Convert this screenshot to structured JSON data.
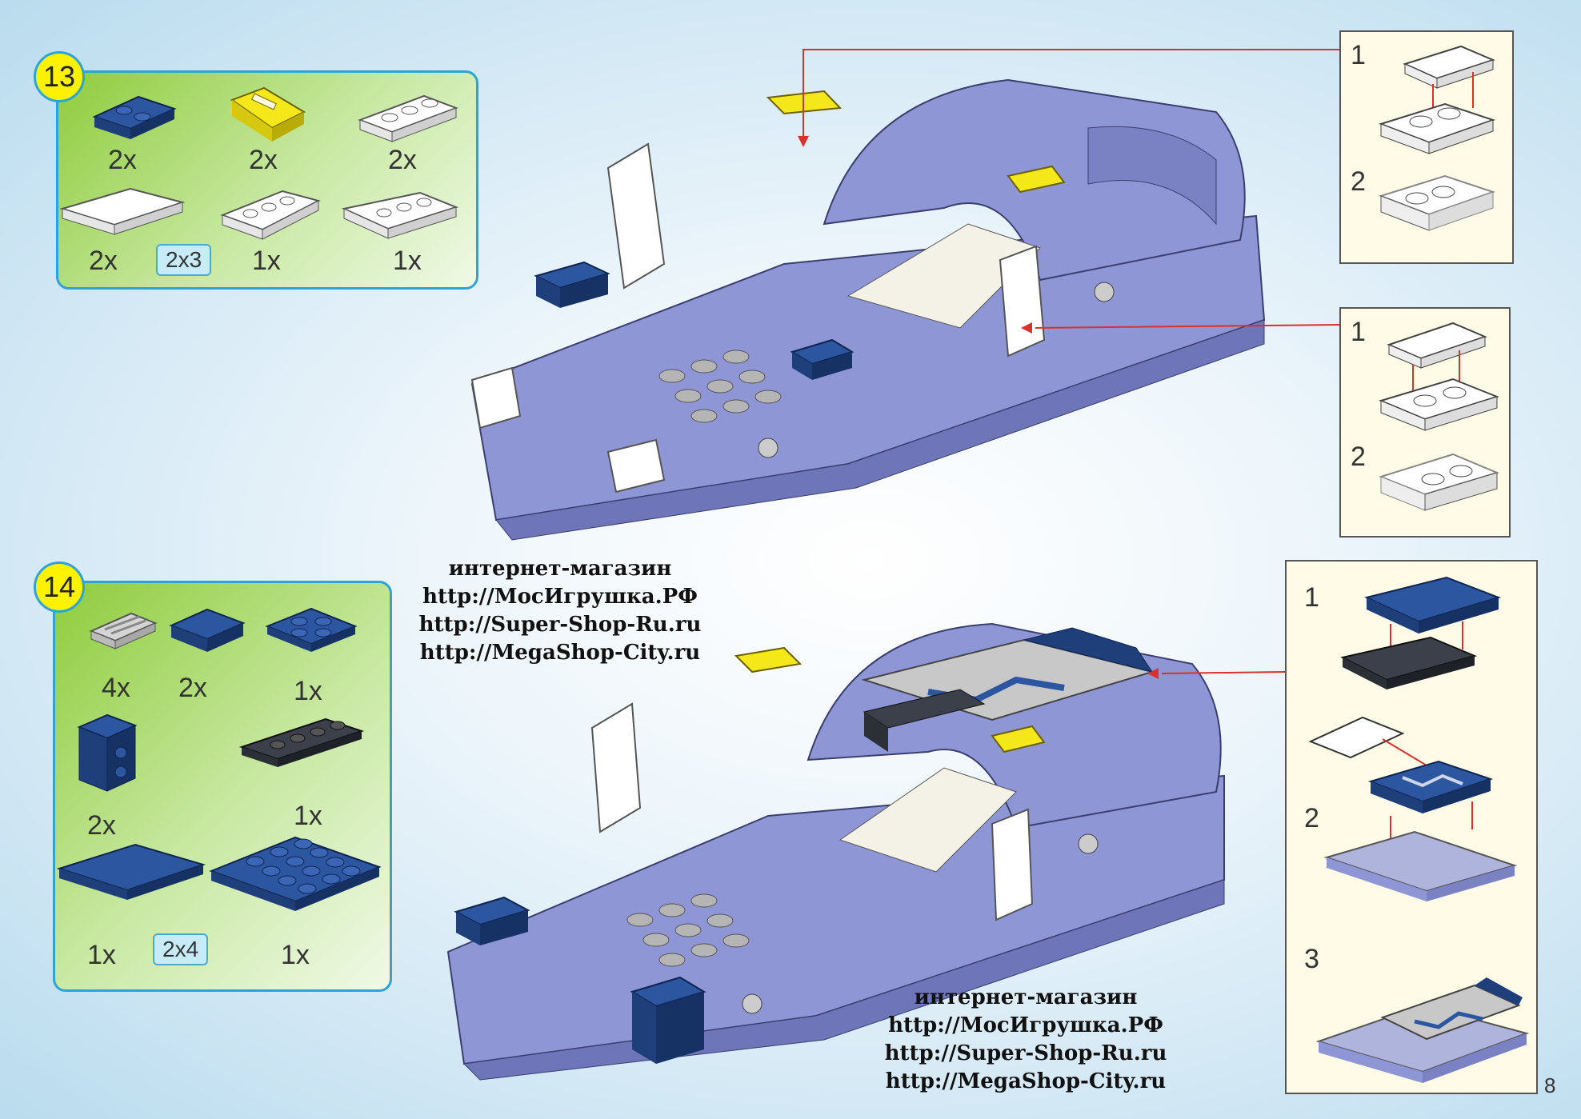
{
  "step13": {
    "number": "13",
    "parts": [
      {
        "qty": "2x",
        "color": "#1f3f7a"
      },
      {
        "qty": "2x",
        "color": "#f5e81a"
      },
      {
        "qty": "2x",
        "color": "#ffffff"
      },
      {
        "qty": "2x",
        "color": "#ffffff",
        "size": "2x3"
      },
      {
        "qty": "1x",
        "color": "#ffffff"
      },
      {
        "qty": "1x",
        "color": "#ffffff"
      }
    ]
  },
  "step14": {
    "number": "14",
    "parts": [
      {
        "qty": "4x",
        "color": "#c8c8c8"
      },
      {
        "qty": "2x",
        "color": "#1f3f7a"
      },
      {
        "qty": "1x",
        "color": "#1f3f7a"
      },
      {
        "qty": "2x",
        "color": "#1f3f7a"
      },
      {
        "qty": "1x",
        "color": "#2b2f36"
      },
      {
        "qty": "1x",
        "color": "#1f3f7a",
        "size": "2x4"
      },
      {
        "qty": "1x",
        "color": "#1f3f7a"
      }
    ]
  },
  "sub_a": {
    "labels": [
      "1",
      "2"
    ]
  },
  "sub_b": {
    "labels": [
      "1",
      "2"
    ]
  },
  "sub_c": {
    "labels": [
      "1",
      "2",
      "3"
    ]
  },
  "watermark_top": {
    "line1": "интернет-магазин",
    "line2": "http://МосИгрушка.РФ",
    "line3": "http://Super-Shop-Ru.ru",
    "line4": "http://MegaShop-City.ru"
  },
  "watermark_bottom": {
    "line1": "интернет-магазин",
    "line2": "http://МосИгрушка.РФ",
    "line3": "http://Super-Shop-Ru.ru",
    "line4": "http://MegaShop-City.ru"
  },
  "page_number": "8",
  "colors": {
    "car_body": "#8f96d6",
    "brick_dark_blue": "#1f3f7a",
    "brick_yellow": "#f5e81a",
    "panel_green": "#8fcc3c",
    "panel_border": "#2ea3d8",
    "arrow_red": "#d9312b"
  }
}
